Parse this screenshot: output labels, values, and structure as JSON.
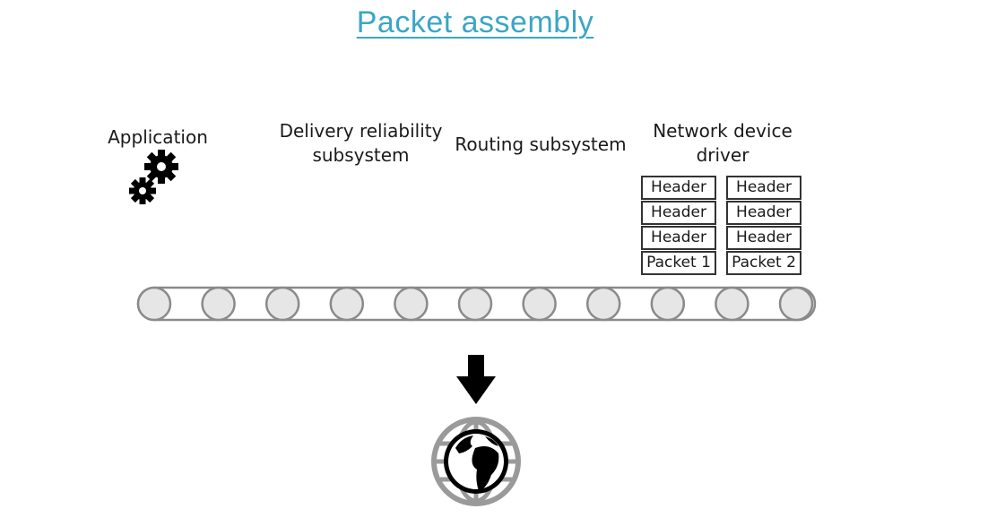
{
  "title": "Packet assembly",
  "stages": {
    "application": "Application",
    "delivery": [
      "Delivery reliability",
      "subsystem"
    ],
    "routing": "Routing subsystem",
    "network": [
      "Network device",
      "driver"
    ]
  },
  "packets": [
    {
      "headers": [
        "Header",
        "Header",
        "Header"
      ],
      "label": "Packet 1"
    },
    {
      "headers": [
        "Header",
        "Header",
        "Header"
      ],
      "label": "Packet 2"
    }
  ],
  "colors": {
    "title": "#3aa6c6",
    "roller_fill": "#e6e6e6",
    "roller_stroke": "#8a8a8a"
  },
  "icons": {
    "application": "gears-icon",
    "output": "arrow-down-icon",
    "network": "globe-icon"
  }
}
